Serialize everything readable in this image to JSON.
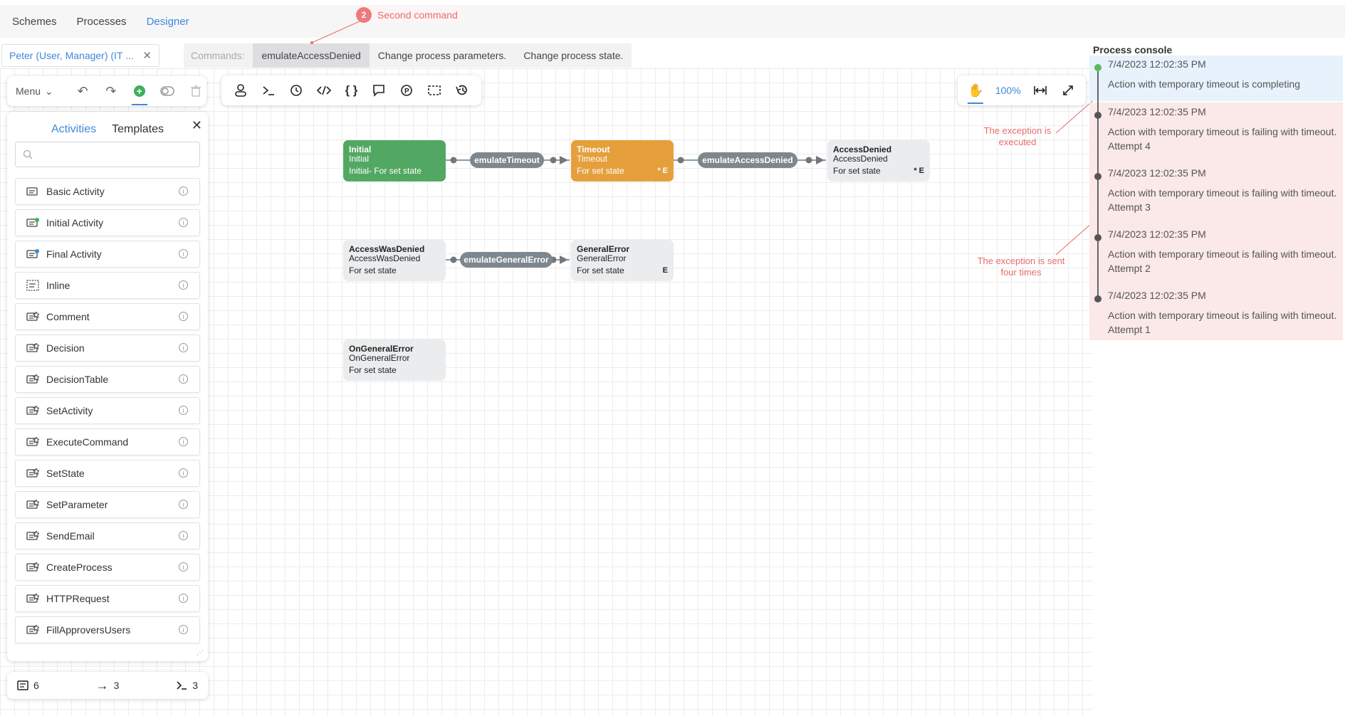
{
  "nav": {
    "schemes": "Schemes",
    "processes": "Processes",
    "designer": "Designer"
  },
  "callout": {
    "number": "2",
    "text": "Second command"
  },
  "user": {
    "label": "Peter (User, Manager) (IT ...",
    "close": "✕"
  },
  "commands": {
    "label": "Commands:",
    "items": [
      "emulateAccessDenied",
      "Change process parameters.",
      "Change process state."
    ]
  },
  "toolbar": {
    "menu_label": "Menu",
    "zoom": "100%"
  },
  "panel": {
    "tab_activities": "Activities",
    "tab_templates": "Templates",
    "search_placeholder": "",
    "items": [
      "Basic Activity",
      "Initial Activity",
      "Final Activity",
      "Inline",
      "Comment",
      "Decision",
      "DecisionTable",
      "SetActivity",
      "ExecuteCommand",
      "SetState",
      "SetParameter",
      "SendEmail",
      "CreateProcess",
      "HTTPRequest",
      "FillApproversUsers"
    ]
  },
  "stats": {
    "activities": "6",
    "transitions": "3",
    "commands": "3"
  },
  "nodes": {
    "initial": {
      "t1": "Initial",
      "t2": "Initial",
      "t3": "Initial- For set state"
    },
    "timeout": {
      "t1": "Timeout",
      "t2": "Timeout",
      "t3": "For set state",
      "mark": "*  E"
    },
    "accessdenied": {
      "t1": "AccessDenied",
      "t2": "AccessDenied",
      "t3": "For set state",
      "mark": "*  E"
    },
    "accesswasdenied": {
      "t1": "AccessWasDenied",
      "t2": "AccessWasDenied",
      "t3": "For set state"
    },
    "generalerror": {
      "t1": "GeneralError",
      "t2": "GeneralError",
      "t3": "For set state",
      "mark": "E"
    },
    "ongeneralerror": {
      "t1": "OnGeneralError",
      "t2": "OnGeneralError",
      "t3": "For set state"
    }
  },
  "transitions": {
    "emulateTimeout": "emulateTimeout",
    "emulateAccessDenied": "emulateAccessDenied",
    "emulateGeneralError": "emulateGeneralError"
  },
  "notes": {
    "executed": "The exception is executed",
    "sent": "The exception is sent four times"
  },
  "console": {
    "title": "Process console",
    "entries": [
      {
        "ts": "7/4/2023 12:02:35 PM",
        "msg": "Action with temporary timeout is completing",
        "status": "ok"
      },
      {
        "ts": "7/4/2023 12:02:35 PM",
        "msg": "Action with temporary timeout is failing with timeout. Attempt 4",
        "status": "fail"
      },
      {
        "ts": "7/4/2023 12:02:35 PM",
        "msg": "Action with temporary timeout is failing with timeout. Attempt 3",
        "status": "fail"
      },
      {
        "ts": "7/4/2023 12:02:35 PM",
        "msg": "Action with temporary timeout is failing with timeout. Attempt 2",
        "status": "fail"
      },
      {
        "ts": "7/4/2023 12:02:35 PM",
        "msg": "Action with temporary timeout is failing with timeout. Attempt 1",
        "status": "fail"
      }
    ]
  },
  "colors": {
    "accent": "#3f88d8",
    "initial": "#52a862",
    "timeout": "#e5a03c",
    "error": "#e86b6b"
  }
}
